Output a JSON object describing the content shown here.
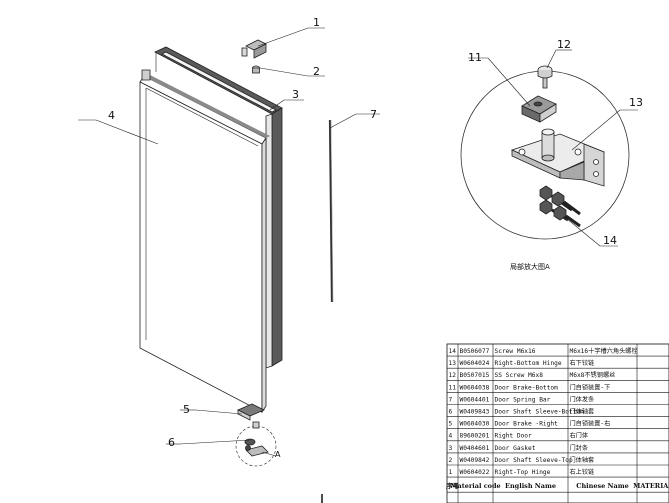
{
  "drawing": {
    "callouts": [
      {
        "num": "1"
      },
      {
        "num": "2"
      },
      {
        "num": "3"
      },
      {
        "num": "4"
      },
      {
        "num": "5"
      },
      {
        "num": "6"
      },
      {
        "num": "7"
      },
      {
        "num": "A"
      }
    ],
    "detail_callouts": [
      {
        "num": "11"
      },
      {
        "num": "12"
      },
      {
        "num": "13"
      },
      {
        "num": "14"
      }
    ],
    "detail_caption": "局部放大图A"
  },
  "bom": {
    "headers": [
      "序号",
      "Material code",
      "English Name",
      "Chinese Name",
      "MATERIAL"
    ],
    "rows": [
      {
        "seq": "14",
        "code": "B0506077",
        "en": "Screw M6x16",
        "cn": "M6x16十字槽六角头螺栓",
        "mat": ""
      },
      {
        "seq": "13",
        "code": "W0604024",
        "en": "Right-Bottom Hinge",
        "cn": "右下铰链",
        "mat": ""
      },
      {
        "seq": "12",
        "code": "B0507015",
        "en": "SS Screw M6x8",
        "cn": "M6x8不锈钢螺丝",
        "mat": ""
      },
      {
        "seq": "11",
        "code": "W0604038",
        "en": "Door Brake-Bottom",
        "cn": "门自锁装置-下",
        "mat": ""
      },
      {
        "seq": "7",
        "code": "W0604401",
        "en": "Door Spring Bar",
        "cn": "门体发条",
        "mat": ""
      },
      {
        "seq": "6",
        "code": "W0409843",
        "en": "Door Shaft Sleeve-Bottom",
        "cn": "门体轴套",
        "mat": ""
      },
      {
        "seq": "5",
        "code": "W0604030",
        "en": "Door Brake -Right",
        "cn": "门自锁装置-右",
        "mat": ""
      },
      {
        "seq": "4",
        "code": "89600201",
        "en": "Right Door",
        "cn": "右门体",
        "mat": ""
      },
      {
        "seq": "3",
        "code": "W0404601",
        "en": "Door Gasket",
        "cn": "门封条",
        "mat": ""
      },
      {
        "seq": "2",
        "code": "W0409842",
        "en": "Door Shaft Sleeve-Top",
        "cn": "门体轴套",
        "mat": ""
      },
      {
        "seq": "1",
        "code": "W0604022",
        "en": "Right-Top Hinge",
        "cn": "右上铰链",
        "mat": ""
      }
    ]
  }
}
